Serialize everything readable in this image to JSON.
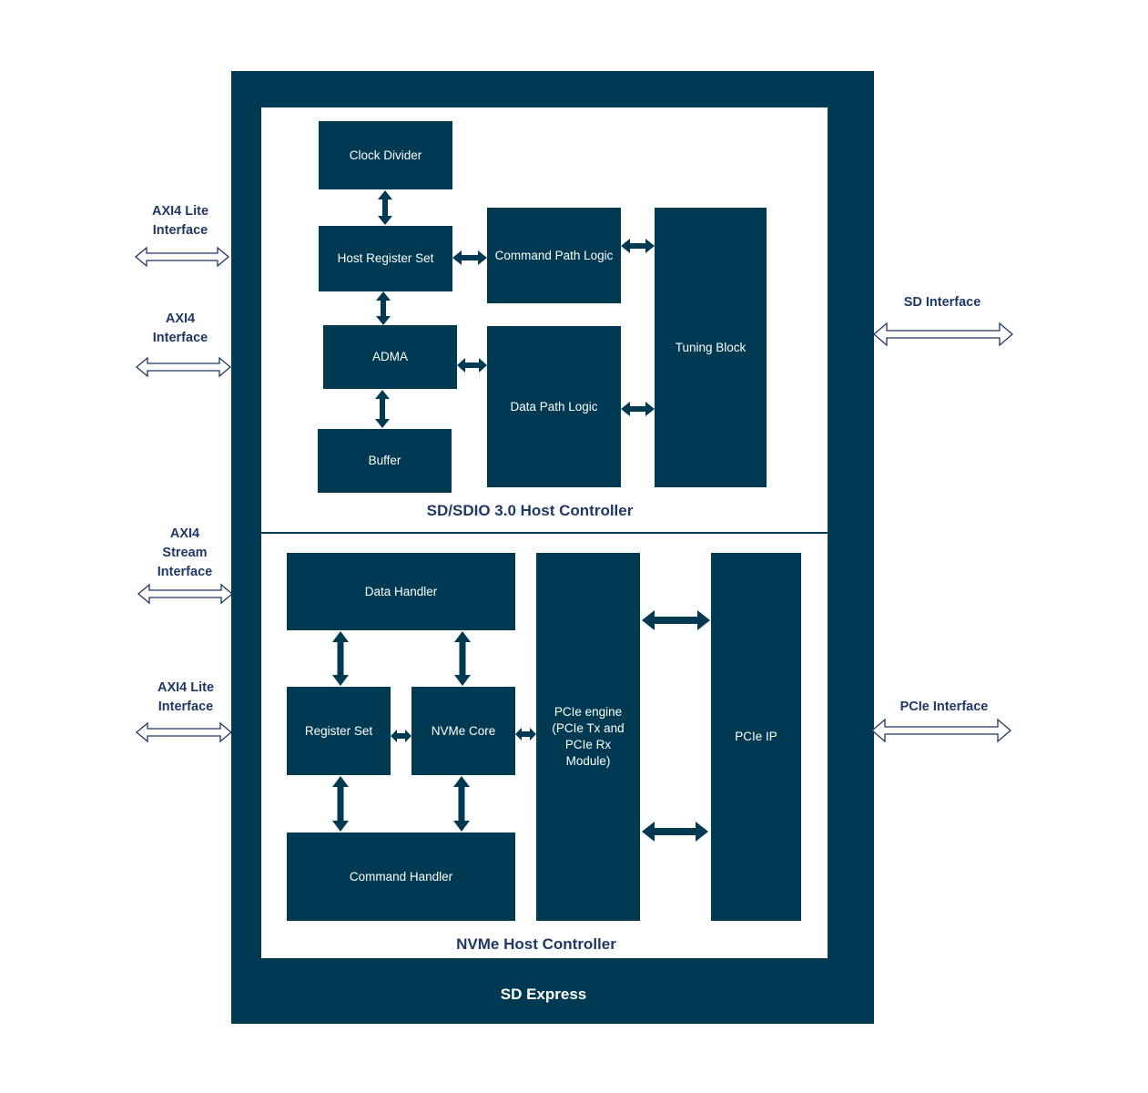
{
  "diagram": {
    "outer_title": "SD Express",
    "sd_controller": {
      "title": "SD/SDIO 3.0 Host Controller",
      "blocks": {
        "clock_divider": "Clock Divider",
        "host_register_set": "Host Register Set",
        "command_path_logic": "Command Path Logic",
        "adma": "ADMA",
        "data_path_logic": "Data Path Logic",
        "buffer": "Buffer",
        "tuning_block": "Tuning Block"
      }
    },
    "nvme_controller": {
      "title": "NVMe Host Controller",
      "blocks": {
        "data_handler": "Data Handler",
        "register_set": "Register Set",
        "nvme_core": "NVMe Core",
        "command_handler": "Command Handler",
        "pcie_engine": [
          "PCIe engine",
          "(PCIe Tx and",
          "PCIe Rx",
          "Module)"
        ],
        "pcie_ip": "PCIe IP"
      }
    },
    "interfaces": {
      "axi4_lite": [
        "AXI4 Lite",
        "Interface"
      ],
      "axi4": [
        "AXI4",
        "Interface"
      ],
      "axi4_stream": [
        "AXI4",
        "Stream",
        "Interface"
      ],
      "axi4_lite_2": [
        "AXI4 Lite",
        "Interface"
      ],
      "sd": "SD Interface",
      "pcie": "PCIe Interface"
    },
    "colors": {
      "block": "#003a52",
      "label": "#1f3864",
      "interface_arrow": "#1f3864"
    }
  }
}
